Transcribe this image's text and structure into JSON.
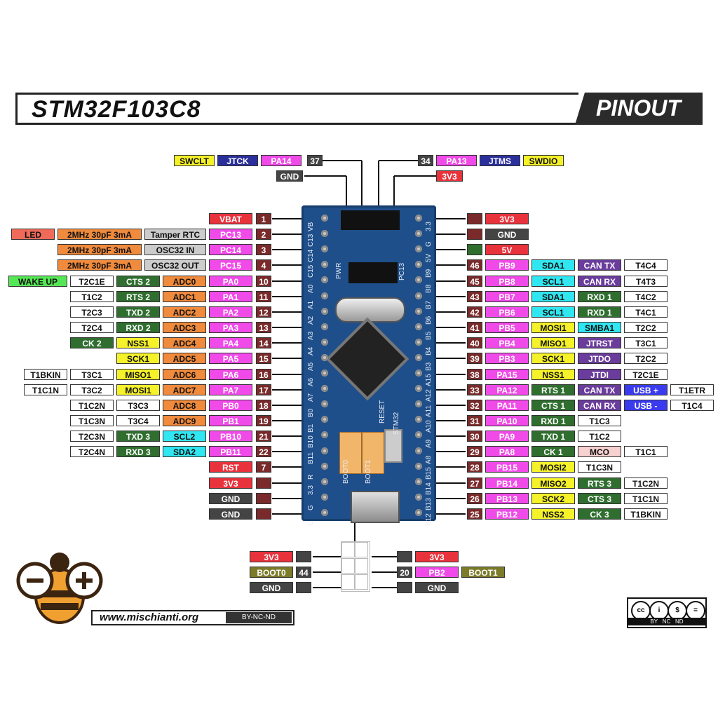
{
  "title": "STM32F103C8",
  "subtitle": "PINOUT",
  "website": "www.mischianti.org",
  "license_small": "BY-NC-ND",
  "license_badge": [
    "BY",
    "NC",
    "ND"
  ],
  "license_icons": [
    "cc",
    "i",
    "$",
    "="
  ],
  "board": {
    "header_labels": [
      "PWR",
      "PC13",
      "STM32",
      "RESET",
      "BOOT0",
      "BOOT1"
    ],
    "left_pins": [
      "VB",
      "C13",
      "C14",
      "C15",
      "A0",
      "A1",
      "A2",
      "A3",
      "A4",
      "A5",
      "A6",
      "A7",
      "B0",
      "B1",
      "B10",
      "B11",
      "R",
      "3.3",
      "G",
      "G"
    ],
    "right_pins": [
      "3.3",
      "G",
      "5V",
      "B9",
      "B8",
      "B7",
      "B6",
      "B5",
      "B4",
      "B3",
      "A15",
      "A12",
      "A11",
      "A10",
      "A9",
      "A8",
      "B15",
      "B14",
      "B13",
      "B12"
    ]
  },
  "colors": {
    "pink": "#f04ae8",
    "red": "#e8323c",
    "darkred": "#7a2a2a",
    "orange": "#f08a3c",
    "yellow": "#f5f22a",
    "green": "#2f6e2f",
    "cyan": "#30e6f0",
    "navy": "#2b2f9c",
    "purple": "#6a3c9c",
    "white": "#ffffff",
    "gray": "#cccccc",
    "olive": "#7b7b2a",
    "lightgreen": "#55e655",
    "blue": "#3a3aee",
    "salmon": "#f06a5a",
    "lightpink": "#f7d0d0",
    "darkgray": "#444444"
  },
  "top_pins": [
    {
      "num": "37",
      "labels": [
        "SWCLT",
        "JTCK",
        "PA14"
      ]
    },
    {
      "num": "34",
      "labels": [
        "PA13",
        "JTMS",
        "SWDIO"
      ]
    },
    {
      "num": "",
      "labels": [
        "GND"
      ]
    },
    {
      "num": "",
      "labels": [
        "3V3"
      ]
    }
  ],
  "rows": [
    {
      "left": [
        "VBAT"
      ],
      "num": "1",
      "right_num": "",
      "right": [
        "3V3"
      ]
    },
    {
      "left": [
        "LED",
        "2MHz 30pF 3mA",
        "Tamper RTC",
        "PC13"
      ],
      "num": "2",
      "right_num": "",
      "right": [
        "GND"
      ]
    },
    {
      "left": [
        "2MHz 30pF 3mA",
        "OSC32 IN",
        "PC14"
      ],
      "num": "3",
      "right_num": "",
      "right": [
        "5V"
      ]
    },
    {
      "left": [
        "2MHz 30pF 3mA",
        "OSC32 OUT",
        "PC15"
      ],
      "num": "4",
      "right_num": "46",
      "right": [
        "PB9",
        "SDA1",
        "CAN TX",
        "T4C4"
      ]
    },
    {
      "left": [
        "WAKE UP",
        "T2C1E",
        "CTS 2",
        "ADC0",
        "PA0"
      ],
      "num": "10",
      "right_num": "45",
      "right": [
        "PB8",
        "SCL1",
        "CAN RX",
        "T4T3"
      ]
    },
    {
      "left": [
        "T1C2",
        "RTS 2",
        "ADC1",
        "PA1"
      ],
      "num": "11",
      "right_num": "43",
      "right": [
        "PB7",
        "SDA1",
        "RXD 1",
        "T4C2"
      ]
    },
    {
      "left": [
        "T2C3",
        "TXD 2",
        "ADC2",
        "PA2"
      ],
      "num": "12",
      "right_num": "42",
      "right": [
        "PB6",
        "SCL1",
        "RXD 1",
        "T4C1"
      ]
    },
    {
      "left": [
        "T2C4",
        "RXD 2",
        "ADC3",
        "PA3"
      ],
      "num": "13",
      "right_num": "41",
      "right": [
        "PB5",
        "MOSI1",
        "SMBA1",
        "T2C2"
      ]
    },
    {
      "left": [
        "CK 2",
        "NSS1",
        "ADC4",
        "PA4"
      ],
      "num": "14",
      "right_num": "40",
      "right": [
        "PB4",
        "MISO1",
        "JTRST",
        "T3C1"
      ]
    },
    {
      "left": [
        "SCK1",
        "ADC5",
        "PA5"
      ],
      "num": "15",
      "right_num": "39",
      "right": [
        "PB3",
        "SCK1",
        "JTDO",
        "T2C2"
      ]
    },
    {
      "left": [
        "T1BKIN",
        "T3C1",
        "MISO1",
        "ADC6",
        "PA6"
      ],
      "num": "16",
      "right_num": "38",
      "right": [
        "PA15",
        "NSS1",
        "JTDI",
        "T2C1E"
      ]
    },
    {
      "left": [
        "T1C1N",
        "T3C2",
        "MOSI1",
        "ADC7",
        "PA7"
      ],
      "num": "17",
      "right_num": "33",
      "right": [
        "PA12",
        "RTS 1",
        "CAN TX",
        "USB +",
        "T1ETR"
      ]
    },
    {
      "left": [
        "T1C2N",
        "T3C3",
        "ADC8",
        "PB0"
      ],
      "num": "18",
      "right_num": "32",
      "right": [
        "PA11",
        "CTS 1",
        "CAN RX",
        "USB -",
        "T1C4"
      ]
    },
    {
      "left": [
        "T1C3N",
        "T3C4",
        "ADC9",
        "PB1"
      ],
      "num": "19",
      "right_num": "31",
      "right": [
        "PA10",
        "RXD 1",
        "T1C3"
      ]
    },
    {
      "left": [
        "T2C3N",
        "TXD 3",
        "SCL2",
        "PB10"
      ],
      "num": "21",
      "right_num": "30",
      "right": [
        "PA9",
        "TXD 1",
        "T1C2"
      ]
    },
    {
      "left": [
        "T2C4N",
        "RXD 3",
        "SDA2",
        "PB11"
      ],
      "num": "22",
      "right_num": "29",
      "right": [
        "PA8",
        "CK 1",
        "MCO",
        "T1C1"
      ]
    },
    {
      "left": [
        "RST"
      ],
      "num": "7",
      "right_num": "28",
      "right": [
        "PB15",
        "MOSI2",
        "T1C3N"
      ]
    },
    {
      "left": [
        "3V3"
      ],
      "num": "",
      "right_num": "27",
      "right": [
        "PB14",
        "MISO2",
        "RTS 3",
        "T1C2N"
      ]
    },
    {
      "left": [
        "GND"
      ],
      "num": "",
      "right_num": "26",
      "right": [
        "PB13",
        "SCK2",
        "CTS 3",
        "T1C1N"
      ]
    },
    {
      "left": [
        "GND"
      ],
      "num": "",
      "right_num": "25",
      "right": [
        "PB12",
        "NSS2",
        "CK 3",
        "T1BKIN"
      ]
    }
  ],
  "boot": [
    {
      "left": [
        "3V3"
      ],
      "left_num": "",
      "right_num": "",
      "right": [
        "3V3"
      ]
    },
    {
      "left": [
        "BOOT0"
      ],
      "left_num": "44",
      "right_num": "20",
      "right": [
        "PB2",
        "BOOT1"
      ]
    },
    {
      "left": [
        "GND"
      ],
      "left_num": "",
      "right_num": "",
      "right": [
        "GND"
      ]
    }
  ]
}
